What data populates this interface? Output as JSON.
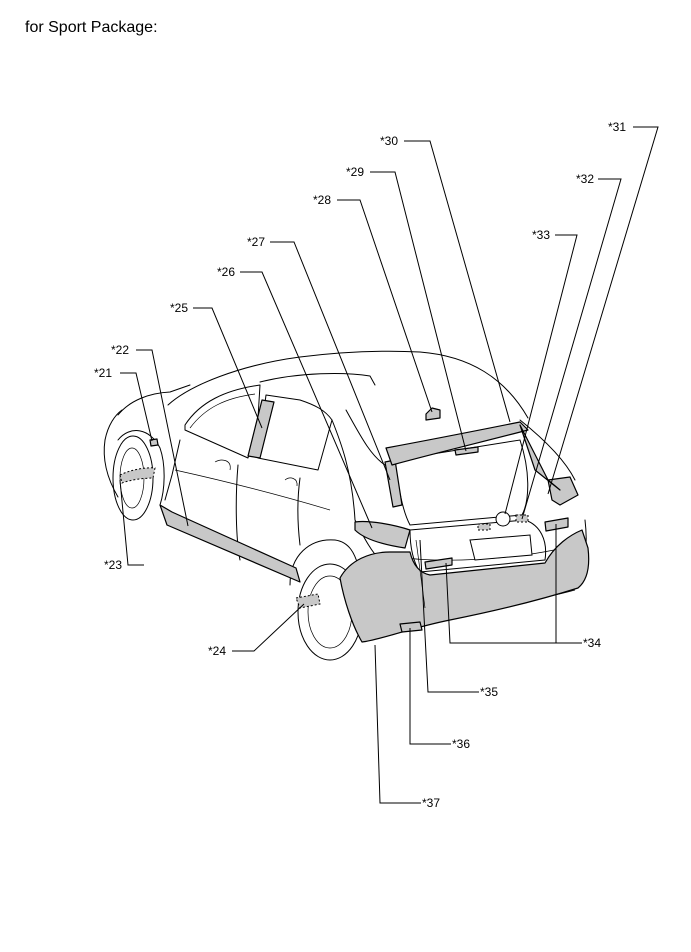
{
  "heading": "for Sport Package:",
  "callouts": [
    {
      "id": "c21",
      "text": "*21"
    },
    {
      "id": "c22",
      "text": "*22"
    },
    {
      "id": "c23",
      "text": "*23"
    },
    {
      "id": "c24",
      "text": "*24"
    },
    {
      "id": "c25",
      "text": "*25"
    },
    {
      "id": "c26",
      "text": "*26"
    },
    {
      "id": "c27",
      "text": "*27"
    },
    {
      "id": "c28",
      "text": "*28"
    },
    {
      "id": "c29",
      "text": "*29"
    },
    {
      "id": "c30",
      "text": "*30"
    },
    {
      "id": "c31",
      "text": "*31"
    },
    {
      "id": "c32",
      "text": "*32"
    },
    {
      "id": "c33",
      "text": "*33"
    },
    {
      "id": "c34",
      "text": "*34"
    },
    {
      "id": "c35",
      "text": "*35"
    },
    {
      "id": "c36",
      "text": "*36"
    },
    {
      "id": "c37",
      "text": "*37"
    }
  ],
  "colors": {
    "highlight": "#c8c8c8",
    "line": "#000000",
    "background": "#ffffff"
  }
}
